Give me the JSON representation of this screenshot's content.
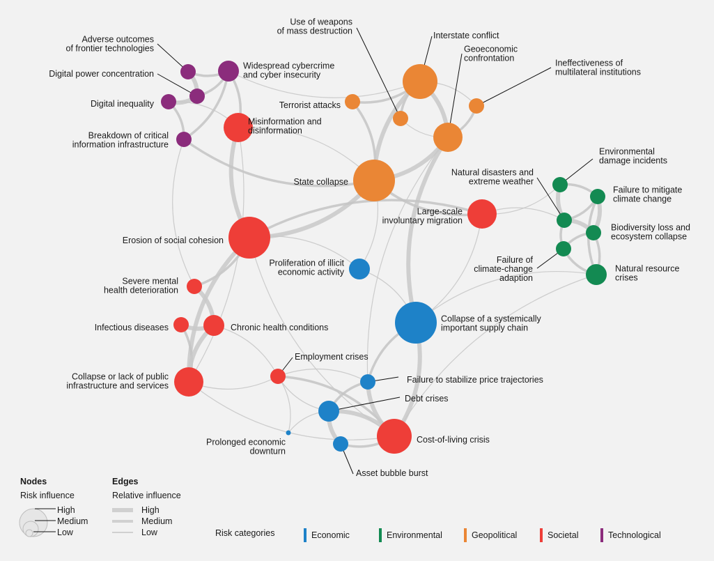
{
  "chart_data": {
    "type": "network",
    "title": "",
    "categories": {
      "Economic": "#1e82c8",
      "Environmental": "#138a52",
      "Geopolitical": "#ea8635",
      "Societal": "#ee3e38",
      "Technological": "#8b2c7c"
    },
    "nodes": [
      {
        "id": "adverse-outcomes",
        "label": [
          "Adverse outcomes",
          "of frontier technologies"
        ],
        "category": "Technological",
        "influence": "low"
      },
      {
        "id": "digital-power",
        "label": [
          "Digital power concentration"
        ],
        "category": "Technological",
        "influence": "low"
      },
      {
        "id": "digital-inequality",
        "label": [
          "Digital inequality"
        ],
        "category": "Technological",
        "influence": "low"
      },
      {
        "id": "breakdown-infrastructure",
        "label": [
          "Breakdown of critical",
          "information infrastructure"
        ],
        "category": "Technological",
        "influence": "low"
      },
      {
        "id": "cybercrime",
        "label": [
          "Widespread cybercrime",
          "and cyber insecurity"
        ],
        "category": "Technological",
        "influence": "low-medium"
      },
      {
        "id": "misinformation",
        "label": [
          "Misinformation and",
          "disinformation"
        ],
        "category": "Societal",
        "influence": "medium"
      },
      {
        "id": "terrorist-attacks",
        "label": [
          "Terrorist attacks"
        ],
        "category": "Geopolitical",
        "influence": "low"
      },
      {
        "id": "wmd",
        "label": [
          "Use of weapons",
          "of mass destruction"
        ],
        "category": "Geopolitical",
        "influence": "low"
      },
      {
        "id": "interstate-conflict",
        "label": [
          "Interstate conflict"
        ],
        "category": "Geopolitical",
        "influence": "medium-high"
      },
      {
        "id": "geoeconomic",
        "label": [
          "Geoeconomic",
          "confrontation"
        ],
        "category": "Geopolitical",
        "influence": "medium"
      },
      {
        "id": "multilateral",
        "label": [
          "Ineffectiveness of",
          "multilateral institutions"
        ],
        "category": "Geopolitical",
        "influence": "low"
      },
      {
        "id": "state-collapse",
        "label": [
          "State collapse"
        ],
        "category": "Geopolitical",
        "influence": "high"
      },
      {
        "id": "migration",
        "label": [
          "Large-scale",
          "involuntary migration"
        ],
        "category": "Societal",
        "influence": "medium"
      },
      {
        "id": "social-cohesion",
        "label": [
          "Erosion of social cohesion"
        ],
        "category": "Societal",
        "influence": "high"
      },
      {
        "id": "illicit-activity",
        "label": [
          "Proliferation of illicit",
          "economic activity"
        ],
        "category": "Economic",
        "influence": "low-medium"
      },
      {
        "id": "env-damage",
        "label": [
          "Environmental",
          "damage incidents"
        ],
        "category": "Environmental",
        "influence": "low"
      },
      {
        "id": "natural-disasters",
        "label": [
          "Natural disasters and",
          "extreme weather"
        ],
        "category": "Environmental",
        "influence": "low"
      },
      {
        "id": "climate-mitigation",
        "label": [
          "Failure to mitigate",
          "climate change"
        ],
        "category": "Environmental",
        "influence": "low"
      },
      {
        "id": "biodiversity",
        "label": [
          "Biodiversity loss and",
          "ecosystem collapse"
        ],
        "category": "Environmental",
        "influence": "low"
      },
      {
        "id": "climate-adaption",
        "label": [
          "Failure of",
          "climate-change",
          "adaption"
        ],
        "category": "Environmental",
        "influence": "low"
      },
      {
        "id": "natural-resource",
        "label": [
          "Natural resource",
          "crises"
        ],
        "category": "Environmental",
        "influence": "low-medium"
      },
      {
        "id": "mental-health",
        "label": [
          "Severe mental",
          "health deterioration"
        ],
        "category": "Societal",
        "influence": "low"
      },
      {
        "id": "infectious-diseases",
        "label": [
          "Infectious diseases"
        ],
        "category": "Societal",
        "influence": "low"
      },
      {
        "id": "chronic-health",
        "label": [
          "Chronic health conditions"
        ],
        "category": "Societal",
        "influence": "low-medium"
      },
      {
        "id": "supply-chain",
        "label": [
          "Collapse of a systemically",
          "important supply chain"
        ],
        "category": "Economic",
        "influence": "high"
      },
      {
        "id": "employment",
        "label": [
          "Employment crises"
        ],
        "category": "Societal",
        "influence": "low"
      },
      {
        "id": "public-infrastructure",
        "label": [
          "Collapse or lack of public",
          "infrastructure and services"
        ],
        "category": "Societal",
        "influence": "medium"
      },
      {
        "id": "price-trajectories",
        "label": [
          "Failure to stabilize price trajectories"
        ],
        "category": "Economic",
        "influence": "low"
      },
      {
        "id": "debt-crises",
        "label": [
          "Debt crises"
        ],
        "category": "Economic",
        "influence": "low-medium"
      },
      {
        "id": "economic-downturn",
        "label": [
          "Prolonged economic",
          "downturn"
        ],
        "category": "Economic",
        "influence": "very low"
      },
      {
        "id": "cost-of-living",
        "label": [
          "Cost-of-living crisis"
        ],
        "category": "Societal",
        "influence": "medium-high"
      },
      {
        "id": "asset-bubble",
        "label": [
          "Asset bubble burst"
        ],
        "category": "Economic",
        "influence": "low"
      }
    ],
    "edges": [
      [
        "adverse-outcomes",
        "digital-power",
        "high"
      ],
      [
        "adverse-outcomes",
        "cybercrime",
        "medium"
      ],
      [
        "digital-power",
        "digital-inequality",
        "high"
      ],
      [
        "digital-power",
        "cybercrime",
        "medium"
      ],
      [
        "digital-inequality",
        "breakdown-infrastructure",
        "medium"
      ],
      [
        "breakdown-infrastructure",
        "cybercrime",
        "medium"
      ],
      [
        "cybercrime",
        "misinformation",
        "medium"
      ],
      [
        "misinformation",
        "social-cohesion",
        "high"
      ],
      [
        "misinformation",
        "state-collapse",
        "low"
      ],
      [
        "breakdown-infrastructure",
        "state-collapse",
        "medium"
      ],
      [
        "digital-inequality",
        "misinformation",
        "low"
      ],
      [
        "cybercrime",
        "interstate-conflict",
        "low"
      ],
      [
        "terrorist-attacks",
        "state-collapse",
        "medium"
      ],
      [
        "terrorist-attacks",
        "interstate-conflict",
        "medium"
      ],
      [
        "wmd",
        "interstate-conflict",
        "medium"
      ],
      [
        "wmd",
        "geoeconomic",
        "low"
      ],
      [
        "interstate-conflict",
        "geoeconomic",
        "high"
      ],
      [
        "interstate-conflict",
        "state-collapse",
        "high"
      ],
      [
        "interstate-conflict",
        "multilateral",
        "low"
      ],
      [
        "geoeconomic",
        "multilateral",
        "medium"
      ],
      [
        "geoeconomic",
        "state-collapse",
        "high"
      ],
      [
        "geoeconomic",
        "supply-chain",
        "high"
      ],
      [
        "state-collapse",
        "social-cohesion",
        "high"
      ],
      [
        "state-collapse",
        "migration",
        "medium"
      ],
      [
        "state-collapse",
        "illicit-activity",
        "low"
      ],
      [
        "migration",
        "social-cohesion",
        "medium"
      ],
      [
        "migration",
        "natural-disasters",
        "low"
      ],
      [
        "migration",
        "env-damage",
        "low"
      ],
      [
        "social-cohesion",
        "mental-health",
        "medium"
      ],
      [
        "social-cohesion",
        "public-infrastructure",
        "high"
      ],
      [
        "social-cohesion",
        "illicit-activity",
        "low"
      ],
      [
        "env-damage",
        "natural-disasters",
        "high"
      ],
      [
        "env-damage",
        "climate-mitigation",
        "medium"
      ],
      [
        "natural-disasters",
        "climate-mitigation",
        "medium"
      ],
      [
        "natural-disasters",
        "biodiversity",
        "high"
      ],
      [
        "natural-disasters",
        "climate-adaption",
        "medium"
      ],
      [
        "climate-mitigation",
        "biodiversity",
        "high"
      ],
      [
        "climate-mitigation",
        "natural-resource",
        "medium"
      ],
      [
        "biodiversity",
        "natural-resource",
        "medium"
      ],
      [
        "climate-adaption",
        "natural-resource",
        "medium"
      ],
      [
        "climate-adaption",
        "biodiversity",
        "medium"
      ],
      [
        "natural-resource",
        "supply-chain",
        "low"
      ],
      [
        "mental-health",
        "chronic-health",
        "high"
      ],
      [
        "infectious-diseases",
        "chronic-health",
        "high"
      ],
      [
        "infectious-diseases",
        "public-infrastructure",
        "medium"
      ],
      [
        "chronic-health",
        "public-infrastructure",
        "high"
      ],
      [
        "chronic-health",
        "employment",
        "low"
      ],
      [
        "public-infrastructure",
        "employment",
        "low"
      ],
      [
        "employment",
        "cost-of-living",
        "medium"
      ],
      [
        "employment",
        "debt-crises",
        "low"
      ],
      [
        "employment",
        "price-trajectories",
        "low"
      ],
      [
        "price-trajectories",
        "cost-of-living",
        "high"
      ],
      [
        "debt-crises",
        "cost-of-living",
        "high"
      ],
      [
        "debt-crises",
        "asset-bubble",
        "high"
      ],
      [
        "debt-crises",
        "price-trajectories",
        "medium"
      ],
      [
        "asset-bubble",
        "cost-of-living",
        "medium"
      ],
      [
        "economic-downturn",
        "debt-crises",
        "low"
      ],
      [
        "economic-downturn",
        "employment",
        "low"
      ],
      [
        "supply-chain",
        "cost-of-living",
        "high"
      ],
      [
        "supply-chain",
        "price-trajectories",
        "medium"
      ],
      [
        "illicit-activity",
        "supply-chain",
        "low"
      ],
      [
        "social-cohesion",
        "cost-of-living",
        "low"
      ],
      [
        "migration",
        "supply-chain",
        "low"
      ],
      [
        "public-infrastructure",
        "cost-of-living",
        "low"
      ],
      [
        "cost-of-living",
        "natural-resource",
        "low"
      ],
      [
        "geoeconomic",
        "price-trajectories",
        "low"
      ],
      [
        "misinformation",
        "public-infrastructure",
        "low"
      ],
      [
        "breakdown-infrastructure",
        "mental-health",
        "low"
      ]
    ]
  },
  "legend": {
    "nodes_title": "Nodes",
    "nodes_subtitle": "Risk influence",
    "node_levels": [
      "High",
      "Medium",
      "Low"
    ],
    "edges_title": "Edges",
    "edges_subtitle": "Relative influence",
    "edge_levels": [
      "High",
      "Medium",
      "Low"
    ],
    "categories_title": "Risk categories",
    "categories": [
      {
        "name": "Economic",
        "color": "#1e82c8"
      },
      {
        "name": "Environmental",
        "color": "#138a52"
      },
      {
        "name": "Geopolitical",
        "color": "#ea8635"
      },
      {
        "name": "Societal",
        "color": "#ee3e38"
      },
      {
        "name": "Technological",
        "color": "#8b2c7c"
      }
    ]
  }
}
